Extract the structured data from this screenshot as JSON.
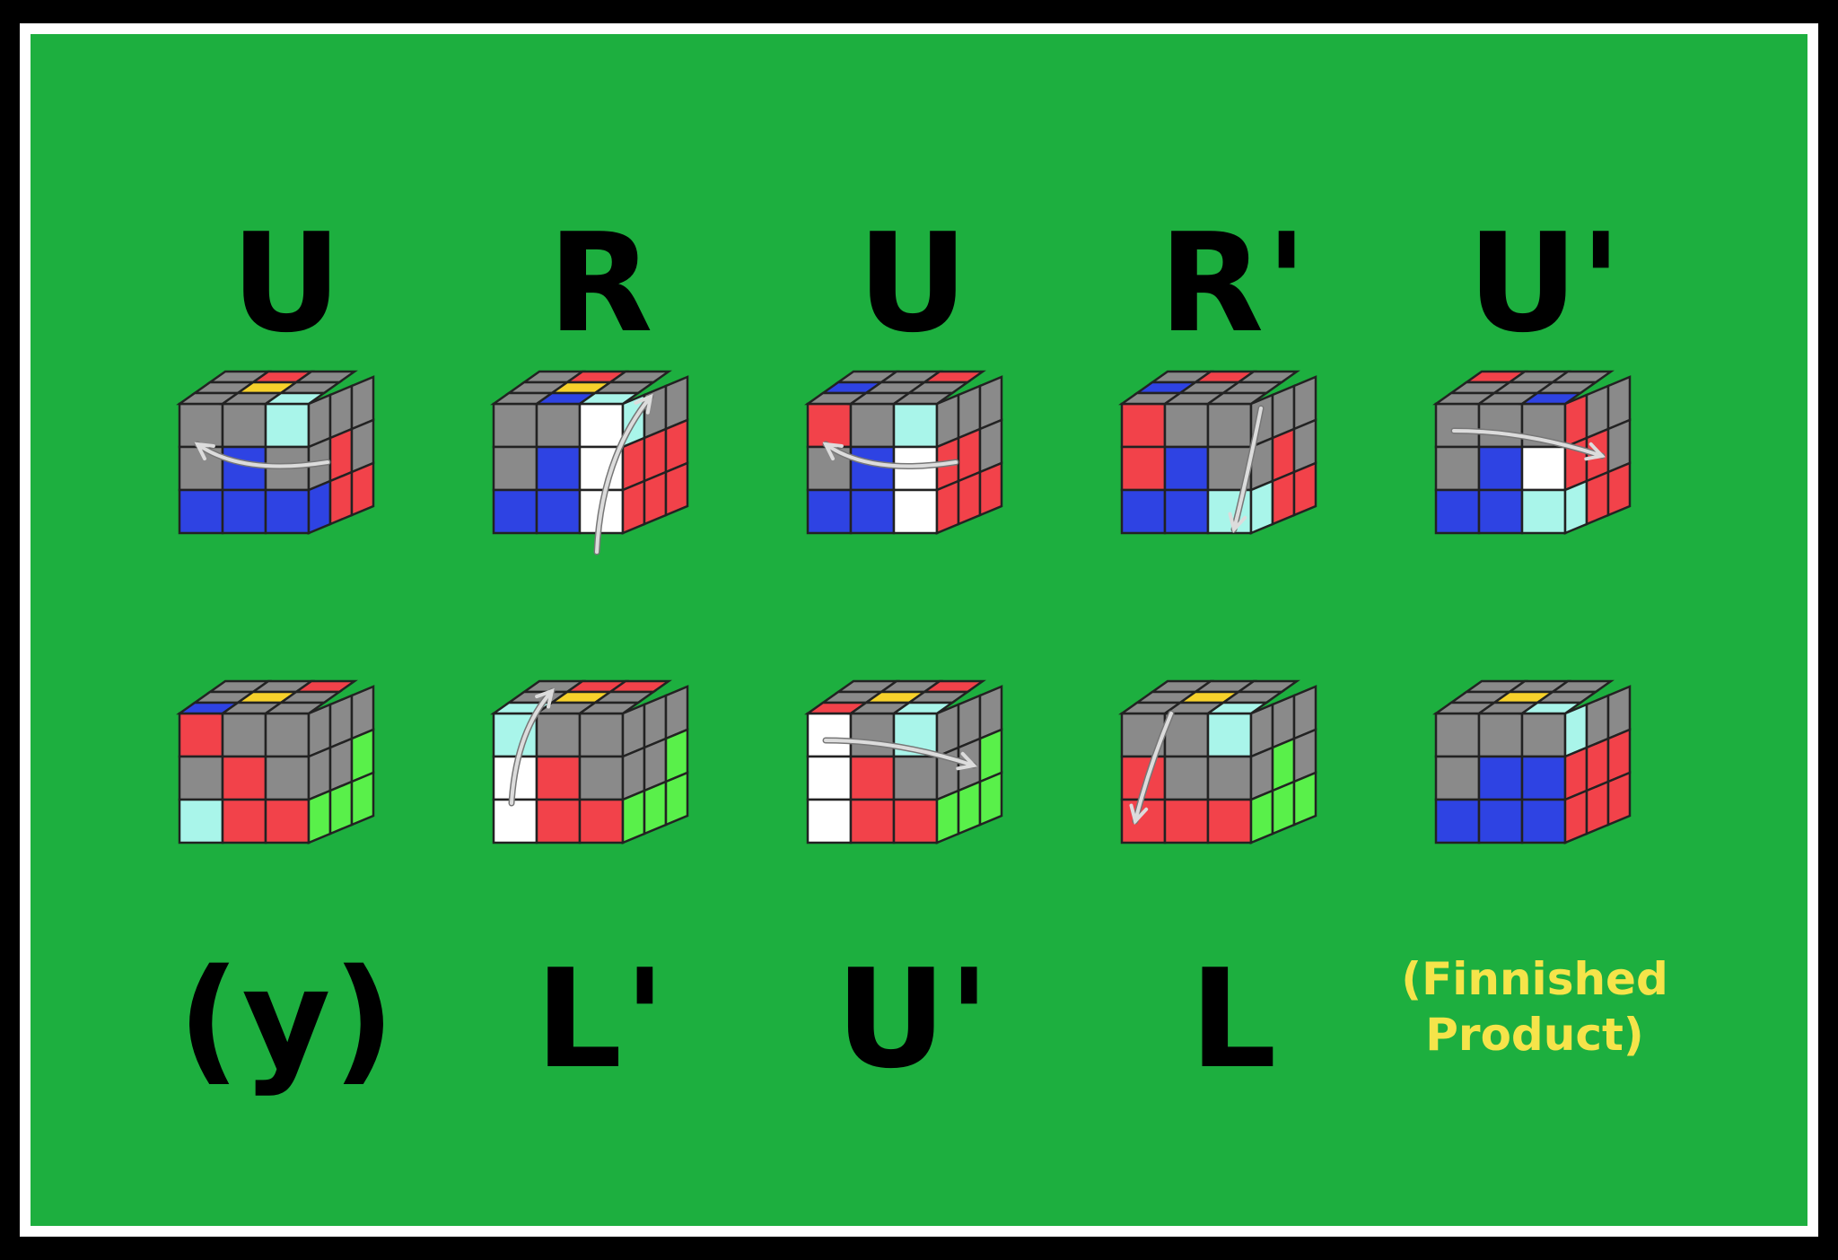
{
  "moves_top": [
    "U",
    "R",
    "U",
    "R'",
    "U'"
  ],
  "moves_bottom": [
    "(y)",
    "L'",
    "U'",
    "L"
  ],
  "finished_label": [
    "(Finnished",
    "Product)"
  ],
  "colors": {
    "background": "#1daf3f",
    "border": "#ffffff",
    "outer": "#000000",
    "label": "#000000",
    "finished_label": "#f5e44a",
    "gray": "#8a8a8a",
    "yellow": "#f7d12b",
    "red": "#f2424a",
    "blue": "#2e43e3",
    "cyan": "#a9f5ea",
    "white": "#ffffff",
    "green": "#59f04a",
    "arrow": "#dcdcdc"
  },
  "cubes": [
    {
      "name": "cube-top-1",
      "top": [
        [
          "g",
          "r",
          "g"
        ],
        [
          "g",
          "y",
          "g"
        ],
        [
          "g",
          "g",
          "c"
        ]
      ],
      "front": [
        [
          "g",
          "g",
          "c"
        ],
        [
          "g",
          "b",
          "g"
        ],
        [
          "b",
          "b",
          "b"
        ]
      ],
      "right": [
        [
          "g",
          "g",
          "g"
        ],
        [
          "g",
          "r",
          "g"
        ],
        [
          "b",
          "r",
          "r"
        ]
      ],
      "arrow": "left"
    },
    {
      "name": "cube-top-2",
      "top": [
        [
          "g",
          "r",
          "g"
        ],
        [
          "g",
          "y",
          "g"
        ],
        [
          "g",
          "b",
          "c"
        ]
      ],
      "front": [
        [
          "g",
          "g",
          "w"
        ],
        [
          "g",
          "b",
          "w"
        ],
        [
          "b",
          "b",
          "w"
        ]
      ],
      "right": [
        [
          "c",
          "g",
          "g"
        ],
        [
          "r",
          "r",
          "r"
        ],
        [
          "r",
          "r",
          "r"
        ]
      ],
      "arrow": "up"
    },
    {
      "name": "cube-top-3",
      "top": [
        [
          "g",
          "g",
          "r"
        ],
        [
          "b",
          "g",
          "g"
        ],
        [
          "g",
          "g",
          "g"
        ]
      ],
      "front": [
        [
          "r",
          "g",
          "c"
        ],
        [
          "g",
          "b",
          "w"
        ],
        [
          "b",
          "b",
          "w"
        ]
      ],
      "right": [
        [
          "g",
          "g",
          "g"
        ],
        [
          "r",
          "r",
          "g"
        ],
        [
          "r",
          "r",
          "r"
        ]
      ],
      "arrow": "left"
    },
    {
      "name": "cube-top-4",
      "top": [
        [
          "g",
          "r",
          "g"
        ],
        [
          "b",
          "g",
          "g"
        ],
        [
          "g",
          "g",
          "g"
        ]
      ],
      "front": [
        [
          "r",
          "g",
          "g"
        ],
        [
          "r",
          "b",
          "g"
        ],
        [
          "b",
          "b",
          "c"
        ]
      ],
      "right": [
        [
          "g",
          "g",
          "g"
        ],
        [
          "g",
          "r",
          "g"
        ],
        [
          "c",
          "r",
          "r"
        ]
      ],
      "arrow": "down"
    },
    {
      "name": "cube-top-5",
      "top": [
        [
          "r",
          "g",
          "g"
        ],
        [
          "g",
          "g",
          "g"
        ],
        [
          "g",
          "g",
          "b"
        ]
      ],
      "front": [
        [
          "g",
          "g",
          "g"
        ],
        [
          "g",
          "b",
          "w"
        ],
        [
          "b",
          "b",
          "c"
        ]
      ],
      "right": [
        [
          "r",
          "g",
          "g"
        ],
        [
          "r",
          "r",
          "g"
        ],
        [
          "c",
          "r",
          "r"
        ]
      ],
      "arrow": "right"
    },
    {
      "name": "cube-bottom-1",
      "top": [
        [
          "g",
          "g",
          "r"
        ],
        [
          "g",
          "y",
          "g"
        ],
        [
          "b",
          "g",
          "g"
        ]
      ],
      "front": [
        [
          "r",
          "g",
          "g"
        ],
        [
          "g",
          "r",
          "g"
        ],
        [
          "c",
          "r",
          "r"
        ]
      ],
      "right": [
        [
          "g",
          "g",
          "g"
        ],
        [
          "g",
          "g",
          "n"
        ],
        [
          "n",
          "n",
          "n"
        ]
      ],
      "arrow": "none"
    },
    {
      "name": "cube-bottom-2",
      "top": [
        [
          "g",
          "r",
          "r"
        ],
        [
          "g",
          "y",
          "g"
        ],
        [
          "c",
          "g",
          "g"
        ]
      ],
      "front": [
        [
          "c",
          "g",
          "g"
        ],
        [
          "w",
          "r",
          "g"
        ],
        [
          "w",
          "r",
          "r"
        ]
      ],
      "right": [
        [
          "g",
          "g",
          "g"
        ],
        [
          "g",
          "g",
          "n"
        ],
        [
          "n",
          "n",
          "n"
        ]
      ],
      "arrow": "up"
    },
    {
      "name": "cube-bottom-3",
      "top": [
        [
          "g",
          "g",
          "r"
        ],
        [
          "g",
          "y",
          "g"
        ],
        [
          "r",
          "g",
          "c"
        ]
      ],
      "front": [
        [
          "w",
          "g",
          "c"
        ],
        [
          "w",
          "r",
          "g"
        ],
        [
          "w",
          "r",
          "r"
        ]
      ],
      "right": [
        [
          "g",
          "g",
          "g"
        ],
        [
          "g",
          "g",
          "n"
        ],
        [
          "n",
          "n",
          "n"
        ]
      ],
      "arrow": "right"
    },
    {
      "name": "cube-bottom-4",
      "top": [
        [
          "g",
          "g",
          "g"
        ],
        [
          "g",
          "y",
          "g"
        ],
        [
          "g",
          "g",
          "c"
        ]
      ],
      "front": [
        [
          "g",
          "g",
          "c"
        ],
        [
          "r",
          "g",
          "g"
        ],
        [
          "r",
          "r",
          "r"
        ]
      ],
      "right": [
        [
          "g",
          "g",
          "g"
        ],
        [
          "g",
          "n",
          "g"
        ],
        [
          "n",
          "n",
          "n"
        ]
      ],
      "arrow": "down"
    },
    {
      "name": "cube-bottom-5",
      "top": [
        [
          "g",
          "g",
          "g"
        ],
        [
          "g",
          "y",
          "g"
        ],
        [
          "g",
          "g",
          "c"
        ]
      ],
      "front": [
        [
          "g",
          "g",
          "g"
        ],
        [
          "g",
          "b",
          "b"
        ],
        [
          "b",
          "b",
          "b"
        ]
      ],
      "right": [
        [
          "c",
          "g",
          "g"
        ],
        [
          "r",
          "r",
          "r"
        ],
        [
          "r",
          "r",
          "r"
        ]
      ],
      "arrow": "none"
    }
  ]
}
